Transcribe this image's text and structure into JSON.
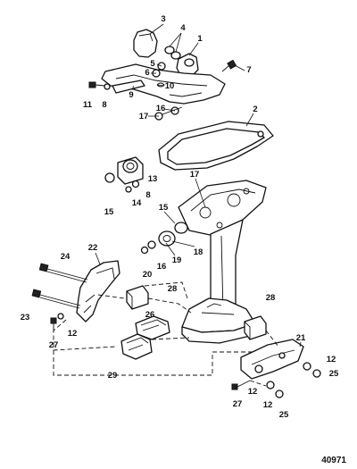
{
  "diagram": {
    "reference_number": "40971",
    "callouts": {
      "c1": "1",
      "c2": "2",
      "c3": "3",
      "c4": "4",
      "c5": "5",
      "c6": "6",
      "c7": "7",
      "c8a": "8",
      "c8b": "8",
      "c9": "9",
      "c10": "10",
      "c11": "11",
      "c12a": "12",
      "c12b": "12",
      "c12c": "12",
      "c12d": "12",
      "c13": "13",
      "c14": "14",
      "c15a": "15",
      "c15b": "15",
      "c16a": "16",
      "c16b": "16",
      "c17a": "17",
      "c17b": "17",
      "c18": "18",
      "c19": "19",
      "c20": "20",
      "c21": "21",
      "c22": "22",
      "c23": "23",
      "c24": "24",
      "c25a": "25",
      "c25b": "25",
      "c26": "26",
      "c27a": "27",
      "c27b": "27",
      "c28a": "28",
      "c28b": "28",
      "c29": "29"
    }
  }
}
